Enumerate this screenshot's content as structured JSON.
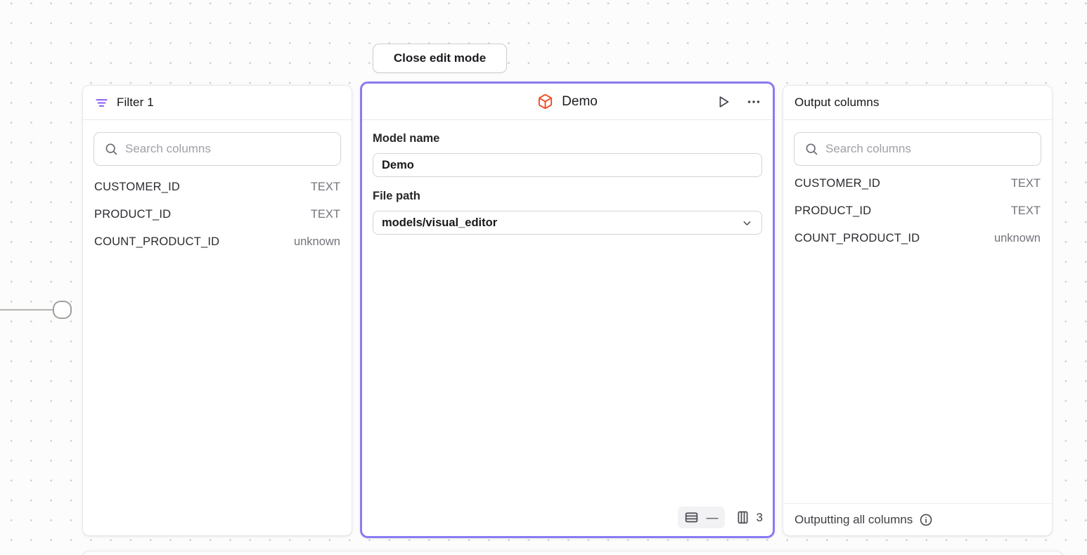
{
  "canvas": {
    "close_edit_mode_label": "Close edit mode"
  },
  "filter_panel": {
    "title": "Filter 1",
    "search_placeholder": "Search columns",
    "columns": [
      {
        "name": "CUSTOMER_ID",
        "type": "TEXT"
      },
      {
        "name": "PRODUCT_ID",
        "type": "TEXT"
      },
      {
        "name": "COUNT_PRODUCT_ID",
        "type": "unknown"
      }
    ]
  },
  "model_panel": {
    "title": "Demo",
    "model_name_label": "Model name",
    "model_name_value": "Demo",
    "file_path_label": "File path",
    "file_path_value": "models/visual_editor",
    "row_count": "—",
    "column_count": "3"
  },
  "output_panel": {
    "title": "Output columns",
    "search_placeholder": "Search columns",
    "columns": [
      {
        "name": "CUSTOMER_ID",
        "type": "TEXT"
      },
      {
        "name": "PRODUCT_ID",
        "type": "TEXT"
      },
      {
        "name": "COUNT_PRODUCT_ID",
        "type": "unknown"
      }
    ],
    "footer_text": "Outputting all columns"
  },
  "colors": {
    "selection_purple": "#8b7bf2",
    "filter_icon_purple": "#8b5cf6",
    "model_icon_orange": "#f04e23",
    "icon_gray": "#4b4b52"
  }
}
